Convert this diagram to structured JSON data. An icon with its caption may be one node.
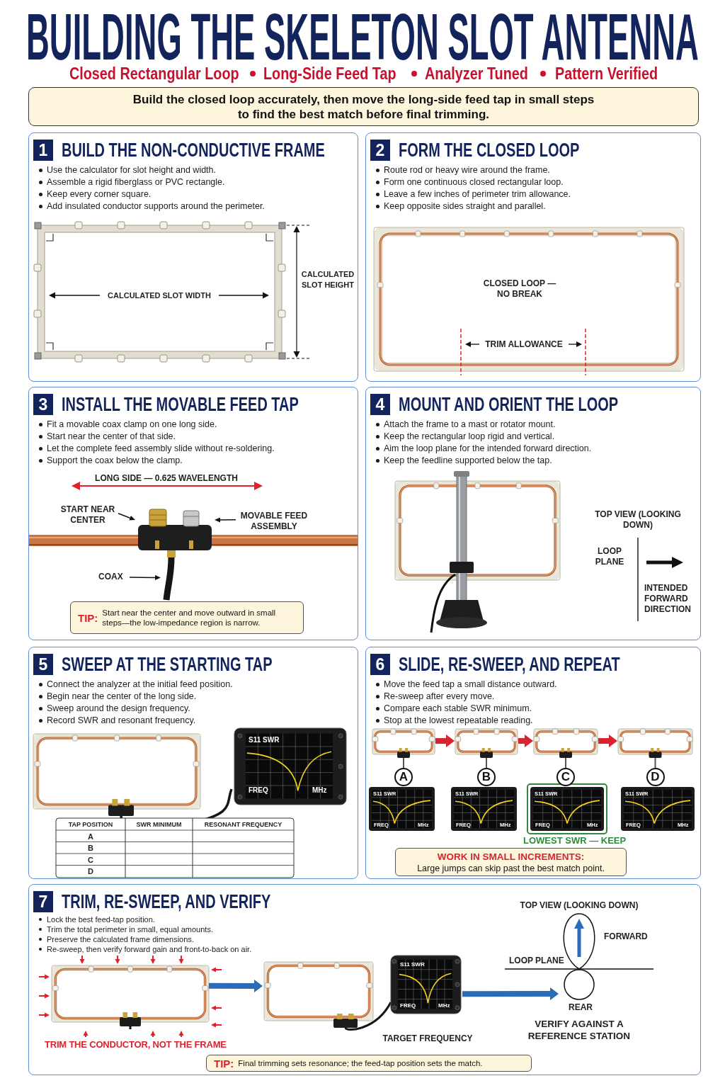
{
  "diagram": {
    "title": "BUILDING THE SKELETON SLOT ANTENNA",
    "nodes": [
      {
        "text": [
          "Build the closed loop accurately, then move the long-side feed tap in small steps to find the best match before final trimming."
        ]
      },
      {
        "text": [
          "1",
          "BUILD THE NON-CONDUCTIVE FRAME",
          "Use the calculator for slot height and width.",
          "Assemble a rigid fiberglass or PVC rectangle.",
          "Keep every corner square.",
          "Add insulated conductor supports around the perimeter."
        ]
      },
      {
        "text": [
          "2",
          "FORM THE CLOSED LOOP",
          "Route rod or heavy wire around the frame.",
          "Form one continuous closed rectangular loop.",
          "Leave a few inches of perimeter trim allowance.",
          "Keep opposite sides straight and parallel."
        ]
      },
      {
        "text": [
          "3",
          "INSTALL THE MOVABLE FEED TAP",
          "Fit a movable coax clamp on one long side.",
          "Start near the center of that side.",
          "Let the complete feed assembly slide without re-soldering.",
          "Support the coax below the clamp."
        ]
      },
      {
        "text": [
          "START NEAR CENTER"
        ],
        "in": 3
      },
      {
        "text": [
          "MOVABLE FEED ASSEMBLY"
        ],
        "in": 3
      },
      {
        "text": [
          "COAX"
        ],
        "in": 3
      },
      {
        "text": [],
        "shape": "picture",
        "in": 3
      },
      {
        "text": [],
        "shape": "picture",
        "in": 3
      },
      {
        "text": [
          "TIP:",
          "Start near the center and move outward in small steps—the low-impedance region is narrow."
        ],
        "in": 3
      },
      {
        "text": [
          "4",
          "MOUNT AND ORIENT THE LOOP",
          "Attach the frame to a mast or rotator mount.",
          "Keep the rectangular loop rigid and vertical.",
          "Aim the loop plane for the intended forward direction.",
          "Keep the feedline supported below the tap."
        ]
      },
      {
        "text": [
          "5",
          "SWEEP AT THE STARTING TAP",
          "Connect the analyzer at the initial feed position.",
          "Begin near the center of the long side.",
          "Sweep around the design frequency.",
          "Record SWR and resonant frequency."
        ]
      },
      {
        "text": [
          "6",
          "SLIDE, RE-SWEEP, AND REPEAT",
          "Move the feed tap a small distance outward.",
          "Re-sweep after every move.",
          "Compare each stable SWR minimum.",
          "Stop at the lowest repeatable reading."
        ]
      },
      {
        "text": [
          "A"
        ],
        "in": 12
      },
      {
        "text": [
          "B"
        ],
        "in": 12
      },
      {
        "text": [
          "C"
        ],
        "in": 12
      },
      {
        "text": [
          "D"
        ],
        "in": 12
      },
      {
        "text": [
          "WORK IN SMALL INCREMENTS:",
          "Large jumps can skip past the best match point."
        ],
        "in": 12
      },
      {
        "text": [
          "7",
          "TRIM, RE-SWEEP, AND VERIFY",
          "Lock the best feed-tap position.",
          "Trim the total perimeter in small, equal amounts.",
          "Preserve the calculated frame dimensions.",
          "Re-sweep, then verify forward gain and front-to-back on air."
        ]
      },
      {
        "text": [],
        "shape": "picture",
        "in": 18
      },
      {
        "text": [],
        "shape": "picture",
        "in": 18
      },
      {
        "text": [],
        "shape": "picture",
        "in": 18,
        "beside": [
          "TOP VIEW (LOOKING DOWN)"
        ]
      },
      {
        "text": [
          "TIP:",
          "Final trimming sets resonance; the feed-tap position sets the match."
        ],
        "in": 18
      }
    ],
    "edges": [
      {
        "from": 4,
        "to": 7,
        "arrow": "to"
      },
      {
        "from": 5,
        "to": 7,
        "arrow": "to"
      },
      {
        "from": 6,
        "to": 8,
        "arrow": "to"
      },
      {
        "from": 13,
        "to": 14,
        "arrow": "to",
        "color": "#d9232e"
      },
      {
        "from": 14,
        "to": 15,
        "arrow": "to",
        "color": "#d9232e"
      },
      {
        "from": 15,
        "to": 16,
        "arrow": "to",
        "color": "#d9232e"
      },
      {
        "from": 19,
        "to": 20,
        "arrow": "to",
        "color": "#2b6cb8"
      },
      {
        "from": 20,
        "to": 21,
        "arrow": "to",
        "color": "#2b6cb8"
      }
    ],
    "labels": [
      "Closed Rectangular Loop",
      "Long-Side Feed Tap",
      "Analyzer Tuned",
      "Pattern Verified",
      "CALCULATED SLOT WIDTH",
      "CALCULATED SLOT HEIGHT",
      "CLOSED LOOP — NO BREAK",
      "TRIM ALLOWANCE",
      "LONG SIDE — 0.625 WAVELENGTH",
      "TOP VIEW (LOOKING DOWN)",
      "LOOP PLANE",
      "INTENDED FORWARD DIRECTION",
      "S11 SWR",
      "FREQ",
      "MHz",
      "TAP POSITION",
      "SWR MINIMUM",
      "RESONANT FREQUENCY",
      "A",
      "B",
      "C",
      "D",
      "S11 SWR",
      "FREQ",
      "MHz",
      "S11 SWR",
      "FREQ",
      "MHz",
      "S11 SWR",
      "FREQ",
      "MHz",
      "S11 SWR",
      "FREQ",
      "MHz",
      "LOWEST SWR — KEEP",
      "TRIM THE CONDUCTOR, NOT THE FRAME",
      "S11 SWR",
      "FREQ",
      "MHz",
      "TARGET FREQUENCY",
      "FORWARD",
      "LOOP PLANE",
      "REAR",
      "VERIFY AGAINST A REFERENCE STATION"
    ]
  }
}
